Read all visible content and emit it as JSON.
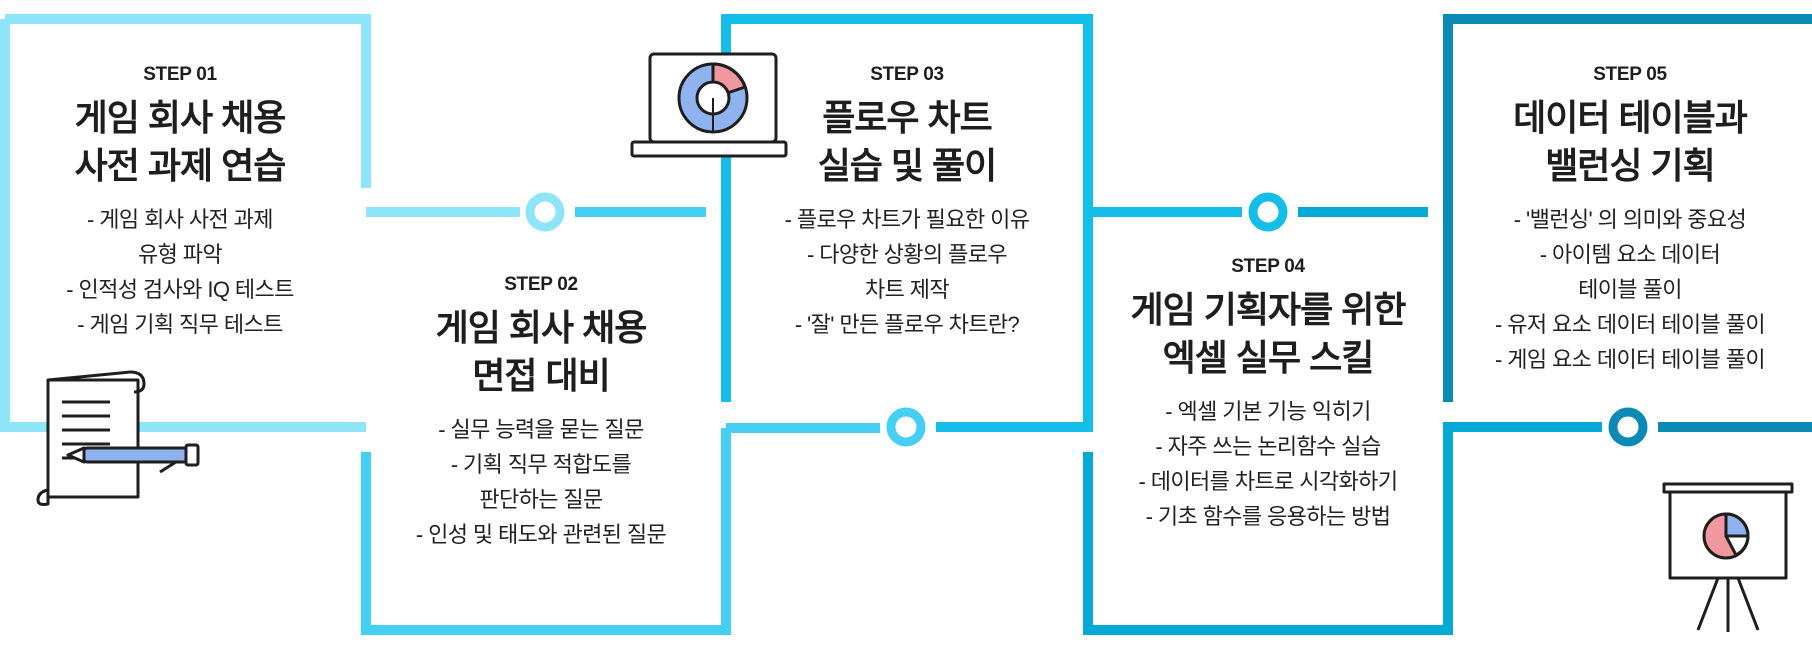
{
  "colors": {
    "step1": "#8ee4f8",
    "step2": "#45cff2",
    "step3": "#15bde9",
    "step4": "#05a9d6",
    "step5": "#0a8ab4",
    "icon_blue": "#8fb3ee",
    "icon_pink": "#f1979f",
    "ink": "#1e1e1e"
  },
  "steps": [
    {
      "label": "STEP 01",
      "title_lines": [
        "게임 회사 채용",
        "사전 과제 연습"
      ],
      "items": [
        "- 게임 회사 사전 과제",
        "유형 파악",
        "- 인적성 검사와 IQ 테스트",
        "- 게임 기획 직무 테스트"
      ]
    },
    {
      "label": "STEP 02",
      "title_lines": [
        "게임 회사 채용",
        "면접 대비"
      ],
      "items": [
        "- 실무 능력을 묻는 질문",
        "- 기획 직무 적합도를",
        "판단하는 질문",
        "- 인성 및 태도와 관련된 질문"
      ]
    },
    {
      "label": "STEP 03",
      "title_lines": [
        "플로우 차트",
        "실습 및 풀이"
      ],
      "items": [
        "- 플로우 차트가 필요한 이유",
        "- 다양한 상황의 플로우",
        "차트 제작",
        "- '잘' 만든 플로우 차트란?"
      ]
    },
    {
      "label": "STEP 04",
      "title_lines": [
        "게임 기획자를 위한",
        "엑셀 실무 스킬"
      ],
      "items": [
        "- 엑셀 기본 기능 익히기",
        "- 자주 쓰는 논리함수 실습",
        "- 데이터를 차트로 시각화하기",
        "- 기초 함수를 응용하는 방법"
      ]
    },
    {
      "label": "STEP 05",
      "title_lines": [
        "데이터 테이블과",
        "밸런싱 기획"
      ],
      "items": [
        "- '밸런싱' 의 의미와 중요성",
        "- 아이템 요소 데이터",
        "테이블 풀이",
        "- 유저 요소 데이터 테이블 풀이",
        "- 게임 요소 데이터 테이블 풀이"
      ]
    }
  ],
  "icons": [
    "document-pen-icon",
    "laptop-donut-chart-icon",
    "presentation-pie-chart-icon"
  ]
}
